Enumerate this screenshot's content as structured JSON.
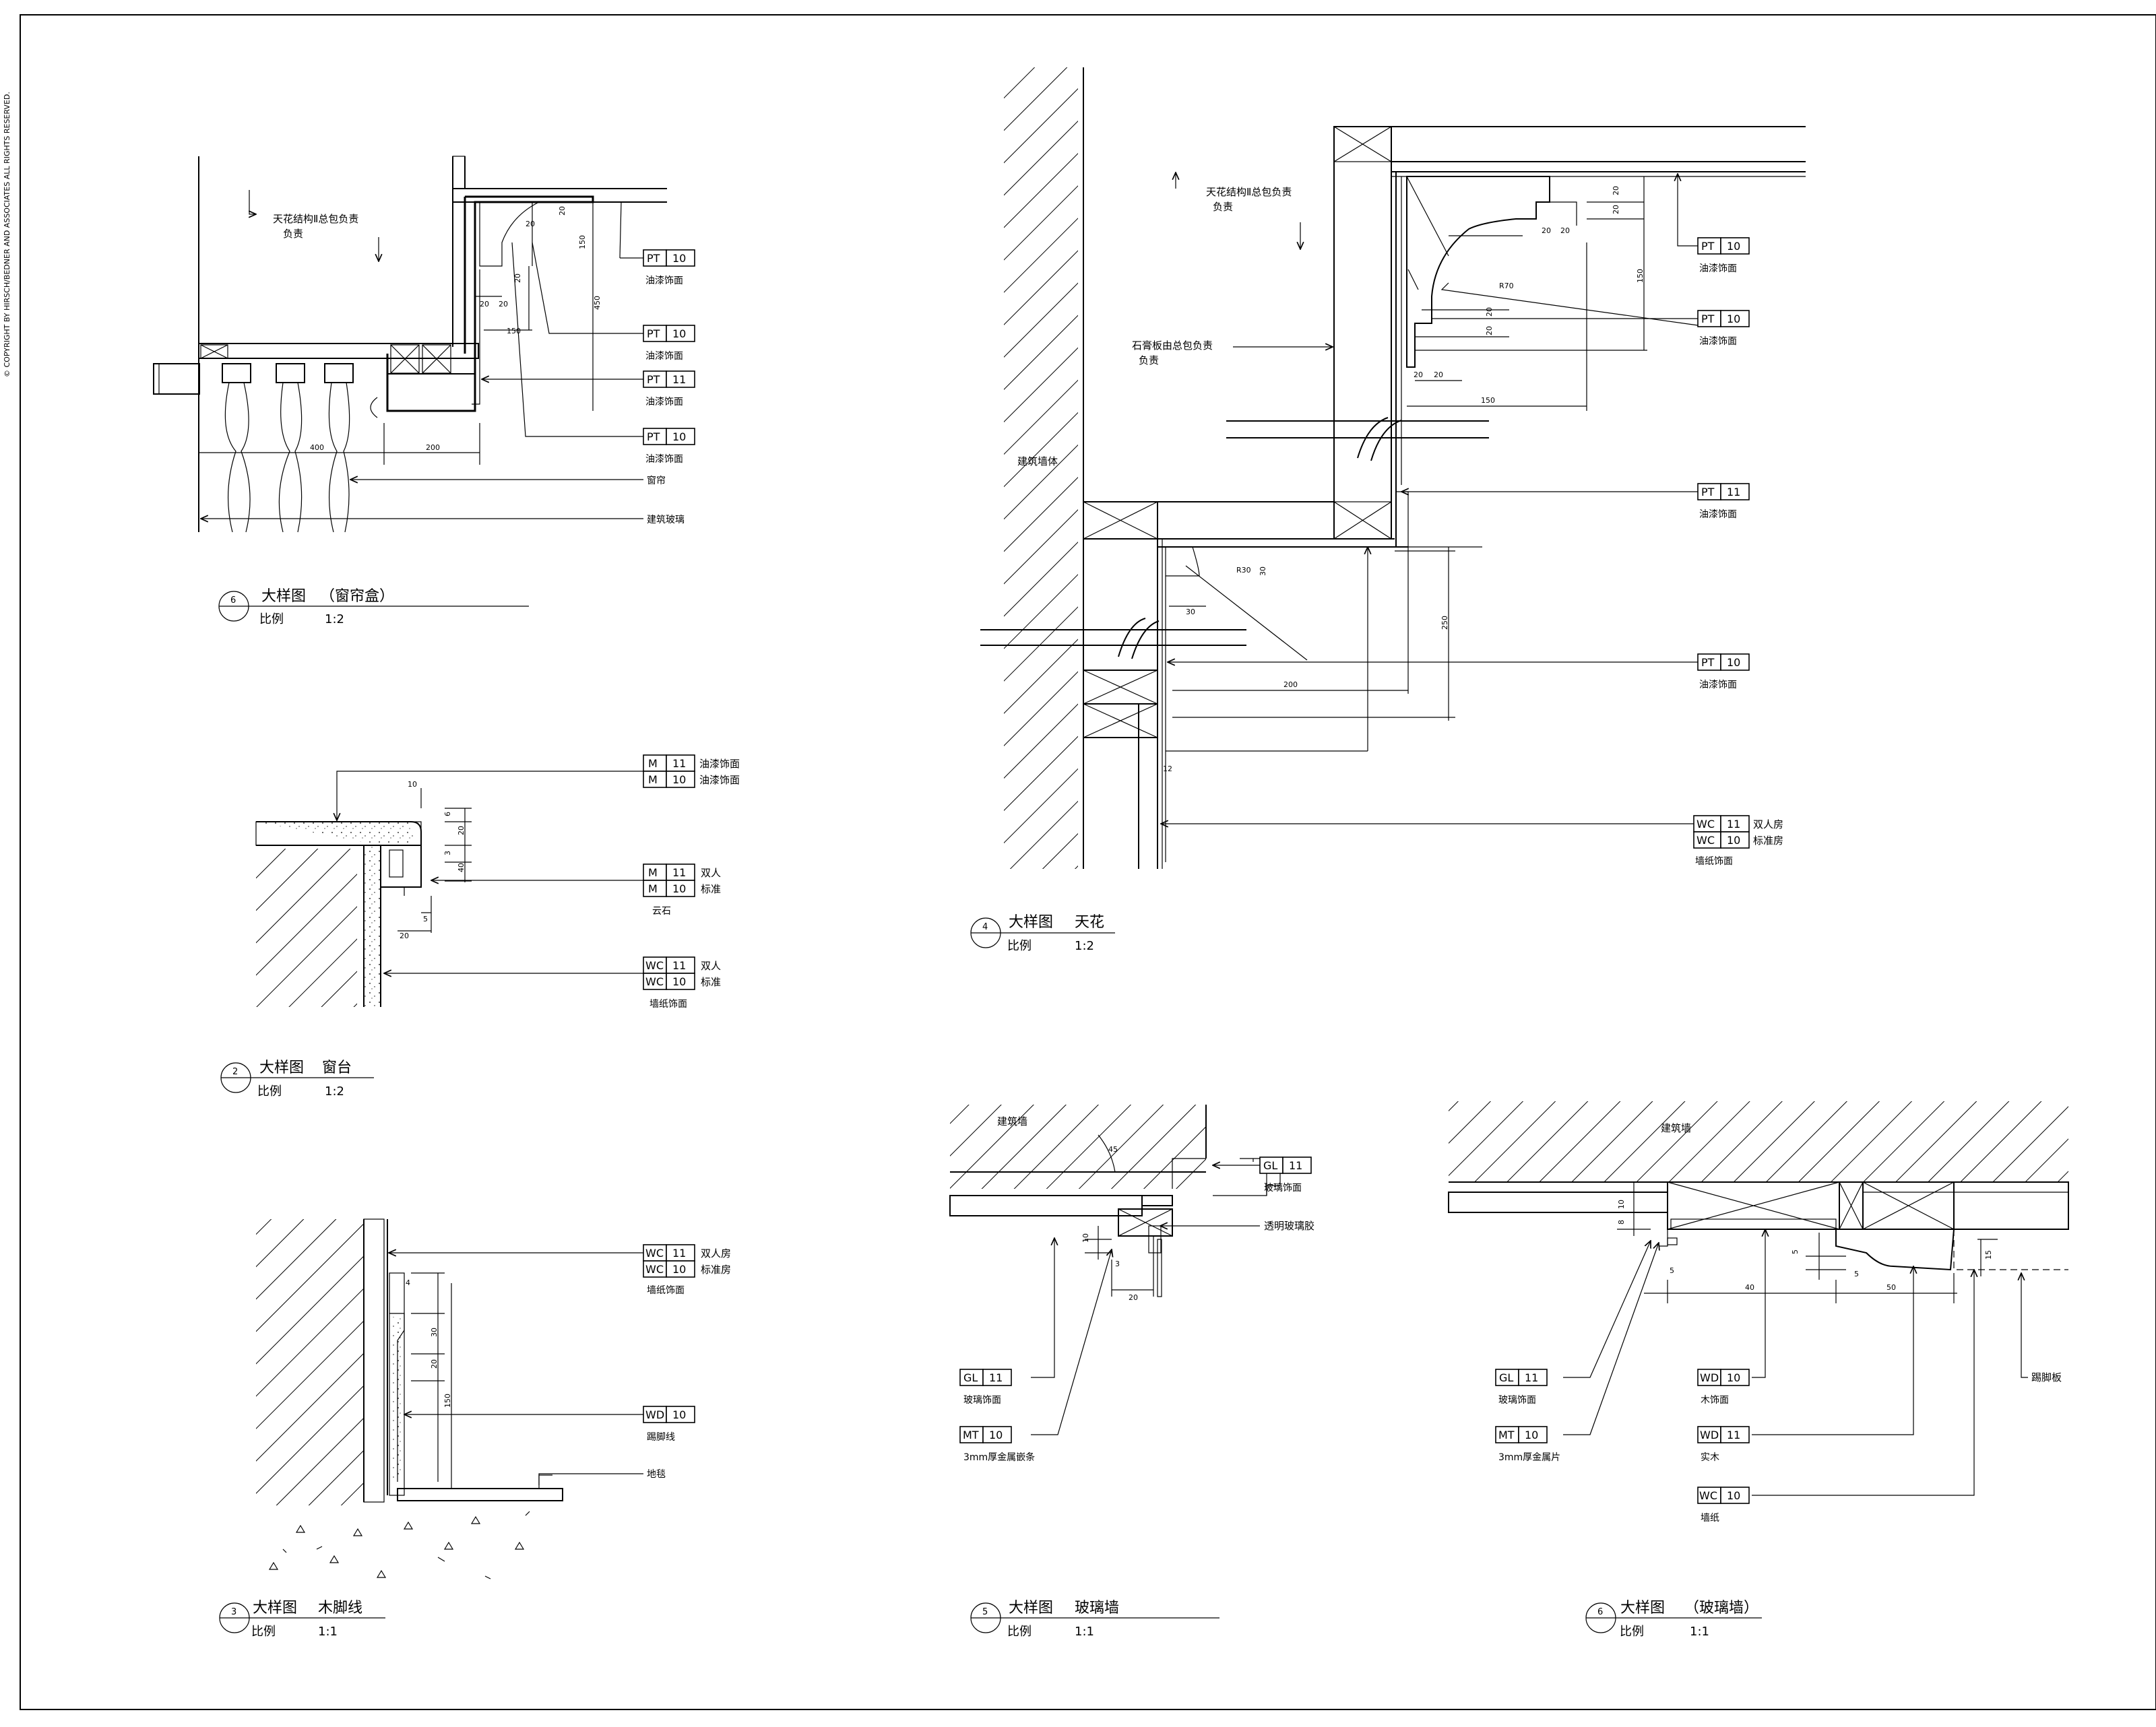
{
  "copyright": "© COPYRIGHT BY HIRSCH/BEDNER AND ASSOCIATES ALL RIGHTS RESERVED.",
  "colors": {
    "line": "#000000",
    "paper": "#ffffff"
  },
  "details": [
    {
      "id": "d6a",
      "number": "6",
      "title": "大样图",
      "subtitle": "（窗帘盒）",
      "scale_label": "比例",
      "scale": "1:2",
      "notes": [
        "天花结构Ⅱ总包负责",
        "窗帘",
        "建筑玻璃"
      ],
      "dims": [
        "20",
        "20",
        "150",
        "20",
        "20",
        "20",
        "150",
        "450",
        "400",
        "200"
      ],
      "tags": [
        {
          "code": "PT",
          "num": "10",
          "caption": "油漆饰面"
        },
        {
          "code": "PT",
          "num": "10",
          "caption": "油漆饰面"
        },
        {
          "code": "PT",
          "num": "11",
          "caption": "油漆饰面"
        },
        {
          "code": "PT",
          "num": "10",
          "caption": "油漆饰面"
        }
      ]
    },
    {
      "id": "d4",
      "number": "4",
      "title": "大样图",
      "subtitle": "天花",
      "scale_label": "比例",
      "scale": "1:2",
      "notes": [
        "天花结构Ⅱ总包负责",
        "石膏板由总包负责",
        "建筑墙体"
      ],
      "dims": [
        "20",
        "20",
        "20",
        "20",
        "R70",
        "20",
        "20",
        "20",
        "20",
        "150",
        "150",
        "30",
        "R30",
        "30",
        "250",
        "200",
        "12"
      ],
      "tags": [
        {
          "code": "PT",
          "num": "10",
          "caption": "油漆饰面"
        },
        {
          "code": "PT",
          "num": "10",
          "caption": "油漆饰面"
        },
        {
          "code": "PT",
          "num": "11",
          "caption": "油漆饰面"
        },
        {
          "code": "PT",
          "num": "10",
          "caption": "油漆饰面"
        }
      ],
      "wall_tag": {
        "rows": [
          {
            "code": "WC",
            "num": "11",
            "text": "双人房"
          },
          {
            "code": "WC",
            "num": "10",
            "text": "标准房"
          }
        ],
        "caption": "墙纸饰面"
      }
    },
    {
      "id": "d2",
      "number": "2",
      "title": "大样图",
      "subtitle": "窗台",
      "scale_label": "比例",
      "scale": "1:2",
      "dims": [
        "10",
        "6",
        "20",
        "3",
        "40",
        "5",
        "20"
      ],
      "tag_groups": [
        {
          "rows": [
            {
              "code": "M",
              "num": "11",
              "text": "油漆饰面"
            },
            {
              "code": "M",
              "num": "10",
              "text": "油漆饰面"
            }
          ],
          "caption": ""
        },
        {
          "rows": [
            {
              "code": "M",
              "num": "11",
              "text": "双人"
            },
            {
              "code": "M",
              "num": "10",
              "text": "标准"
            }
          ],
          "caption": "云石"
        },
        {
          "rows": [
            {
              "code": "WC",
              "num": "11",
              "text": "双人"
            },
            {
              "code": "WC",
              "num": "10",
              "text": "标准"
            }
          ],
          "caption": "墙纸饰面"
        }
      ]
    },
    {
      "id": "d3",
      "number": "3",
      "title": "大样图",
      "subtitle": "木脚线",
      "scale_label": "比例",
      "scale": "1:1",
      "dims": [
        "4",
        "30",
        "20",
        "150"
      ],
      "notes": [
        "地毯"
      ],
      "tag_groups": [
        {
          "rows": [
            {
              "code": "WC",
              "num": "11",
              "text": "双人房"
            },
            {
              "code": "WC",
              "num": "10",
              "text": "标准房"
            }
          ],
          "caption": "墙纸饰面"
        },
        {
          "rows": [
            {
              "code": "WD",
              "num": "10",
              "text": ""
            }
          ],
          "caption": "踢脚线"
        }
      ]
    },
    {
      "id": "d5",
      "number": "5",
      "title": "大样图",
      "subtitle": "玻璃墙",
      "scale_label": "比例",
      "scale": "1:1",
      "notes": [
        "建筑墙",
        "透明玻璃胶"
      ],
      "dims": [
        "45",
        "10",
        "3",
        "20"
      ],
      "tags": [
        {
          "code": "GL",
          "num": "11",
          "caption": "玻璃饰面"
        },
        {
          "code": "GL",
          "num": "11",
          "caption": "玻璃饰面"
        },
        {
          "code": "MT",
          "num": "10",
          "caption": "3mm厚金属嵌条"
        }
      ]
    },
    {
      "id": "d6b",
      "number": "6",
      "title": "大样图",
      "subtitle": "（玻璃墙）",
      "scale_label": "比例",
      "scale": "1:1",
      "notes": [
        "建筑墙",
        "踢脚板"
      ],
      "dims": [
        "10",
        "8",
        "5",
        "5",
        "40",
        "5",
        "50",
        "15"
      ],
      "tags": [
        {
          "code": "GL",
          "num": "11",
          "caption": "玻璃饰面"
        },
        {
          "code": "MT",
          "num": "10",
          "caption": "3mm厚金属片"
        },
        {
          "code": "WD",
          "num": "10",
          "caption": "木饰面"
        },
        {
          "code": "WD",
          "num": "11",
          "caption": "实木"
        },
        {
          "code": "WC",
          "num": "10",
          "caption": "墙纸"
        }
      ]
    }
  ]
}
